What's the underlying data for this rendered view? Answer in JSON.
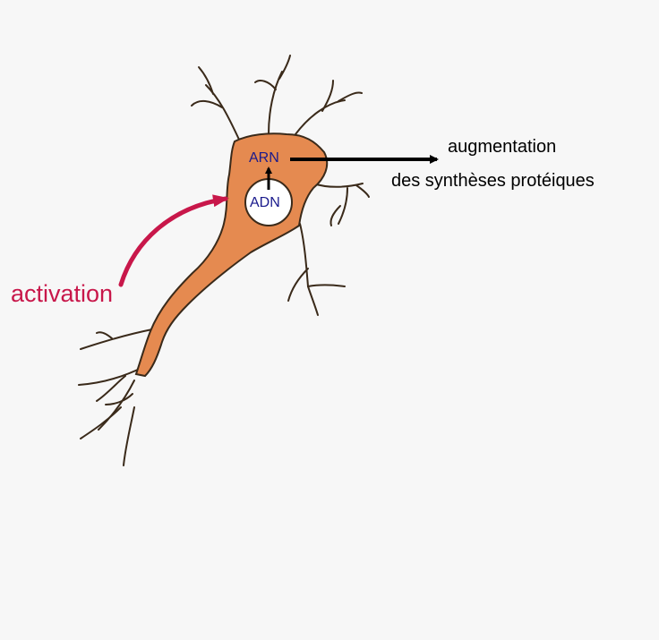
{
  "labels": {
    "arn": "ARN",
    "adn": "ADN",
    "activation": "activation",
    "result_line1": "augmentation",
    "result_line2": "des synthèses protéiques"
  },
  "colors": {
    "background": "#f7f7f7",
    "cell_body": "#e58a50",
    "outline": "#3a2a1a",
    "nucleus_label": "#1a1a8c",
    "activation": "#c8174a",
    "arrow": "#000000"
  }
}
